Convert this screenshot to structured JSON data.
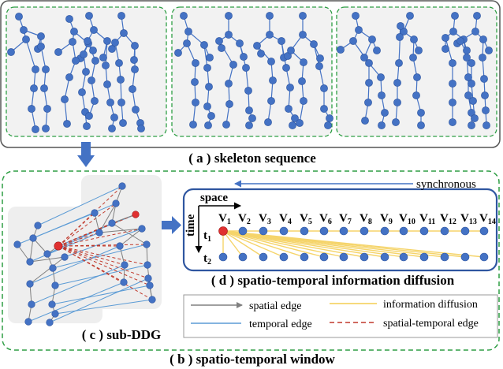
{
  "panel_a": {
    "caption": "( a ) skeleton sequence"
  },
  "panel_b": {
    "caption": "( b ) spatio-temporal window"
  },
  "panel_c": {
    "caption": "( c ) sub-DDG"
  },
  "panel_d": {
    "caption": "( d ) spatio-temporal information diffusion",
    "sync_label": "synchronous",
    "space_label": "space",
    "time_label": "time",
    "t1": "t",
    "t1_sub": "1",
    "t2": "t",
    "t2_sub": "2",
    "vertex_prefix": "V",
    "vertex_indices": [
      "1",
      "2",
      "3",
      "4",
      "5",
      "6",
      "7",
      "8",
      "9",
      "10",
      "11",
      "12",
      "13",
      "14"
    ]
  },
  "legend": {
    "spatial_edge": "spatial edge",
    "temporal_edge": "temporal edge",
    "information_diffusion": "information diffusion",
    "spatial_temporal_edge": "spatial-temporal edge"
  },
  "colors": {
    "joint": "#4472c4",
    "joint_stroke": "#2f56a0",
    "highlight": "#e03030",
    "spatial_edge": "#808080",
    "temporal_edge": "#5b9bd5",
    "diffusion": "#f5d46a",
    "st_edge": "#c0392b",
    "frame_border": "#2e9e44",
    "panel_fill": "#f2f2f2",
    "arrow": "#4472c4"
  }
}
